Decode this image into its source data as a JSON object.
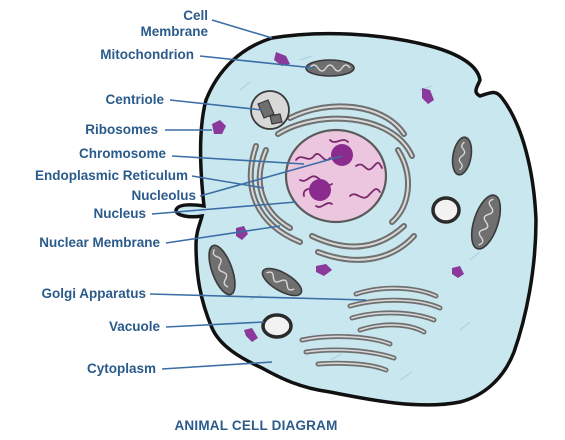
{
  "colors": {
    "label_text": "#2b5b8a",
    "leader_line": "#3b6ea5",
    "cytoplasm": "#c9e7ef",
    "cell_outline": "#111111",
    "nucleus_fill": "#ecc6df",
    "nucleus_outline": "#5a5a5a",
    "chromatin": "#7b2a6e",
    "nucleolus": "#8b2b8e",
    "ribosome": "#8a3a9a",
    "organelle_gray": "#6f6f6f",
    "organelle_inner": "#d8d8d8"
  },
  "labels": {
    "cell_membrane_line1": "Cell",
    "cell_membrane_line2": "Membrane",
    "mitochondrion": "Mitochondrion",
    "centriole": "Centriole",
    "ribosomes": "Ribosomes",
    "chromosome": "Chromosome",
    "endoplasmic_reticulum": "Endoplasmic Reticulum",
    "nucleolus": "Nucleolus",
    "nucleus": "Nucleus",
    "nuclear_membrane": "Nuclear Membrane",
    "golgi_apparatus": "Golgi Apparatus",
    "vacuole": "Vacuole",
    "cytoplasm": "Cytoplasm"
  },
  "caption": "ANIMAL CELL DIAGRAM"
}
